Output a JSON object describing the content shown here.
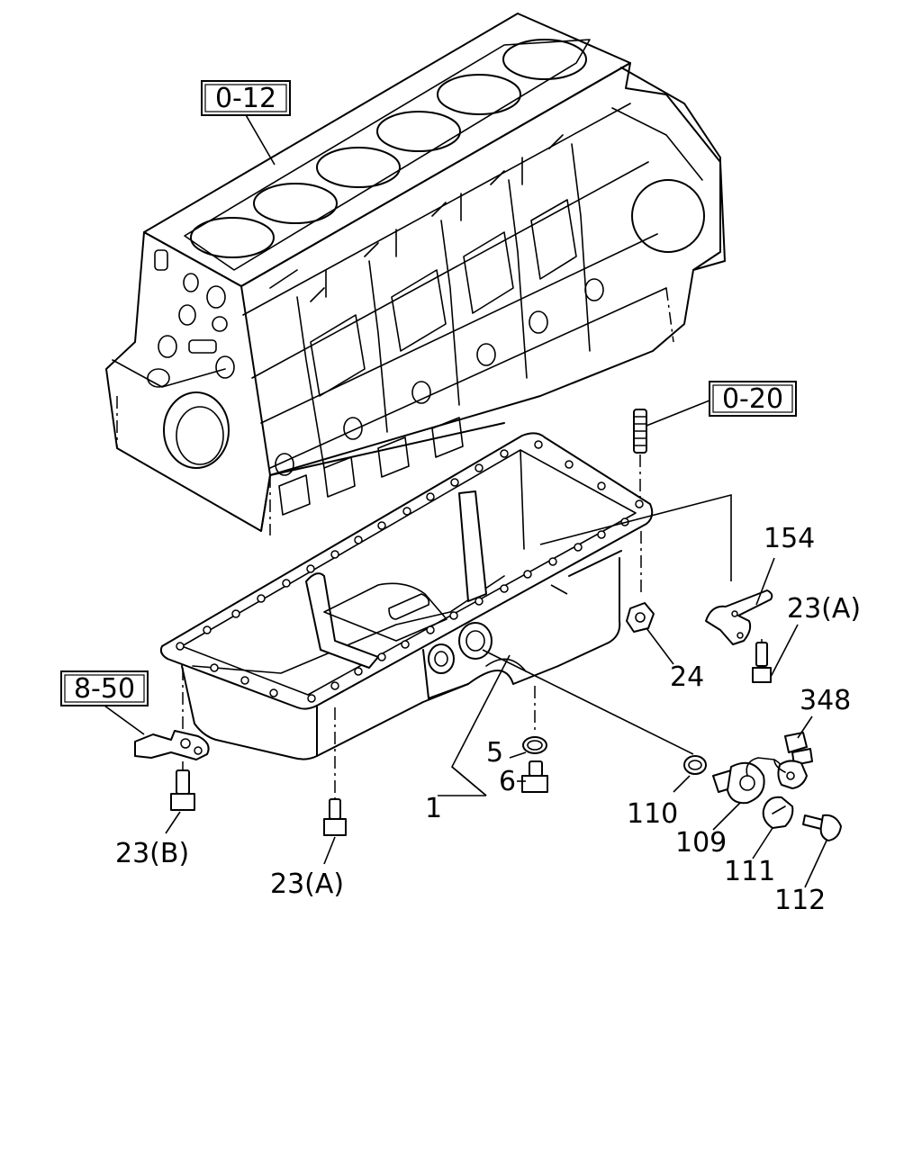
{
  "references": [
    {
      "id": "ref-0-12",
      "text": "0-12"
    },
    {
      "id": "ref-0-20",
      "text": "0-20"
    },
    {
      "id": "ref-8-50",
      "text": "8-50"
    }
  ],
  "part_labels": {
    "p154": "154",
    "p23a_right": "23(A)",
    "p24": "24",
    "p348": "348",
    "p5": "5",
    "p6": "6",
    "p1": "1",
    "p110": "110",
    "p109": "109",
    "p111": "111",
    "p112": "112",
    "p23b": "23(B)",
    "p23a_bottom": "23(A)"
  }
}
